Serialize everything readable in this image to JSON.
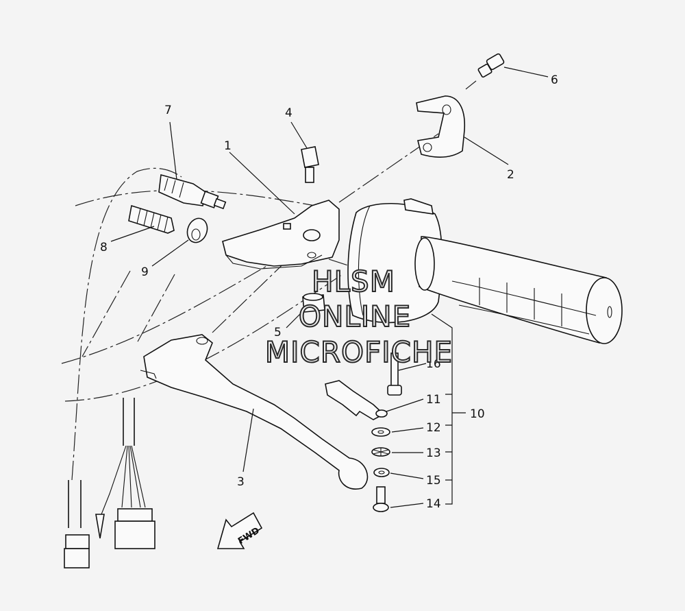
{
  "labels": {
    "l1": "1",
    "l2": "2",
    "l3": "3",
    "l4": "4",
    "l5": "5",
    "l6": "6",
    "l7": "7",
    "l8": "8",
    "l9": "9",
    "l10": "10",
    "l11": "11",
    "l12": "12",
    "l13": "13",
    "l14": "14",
    "l15": "15",
    "l16": "16"
  },
  "watermark": {
    "line1": "HLSM",
    "line2": "ONLINE",
    "line3": "MICROFICHE"
  },
  "fwd_label": "FWD"
}
